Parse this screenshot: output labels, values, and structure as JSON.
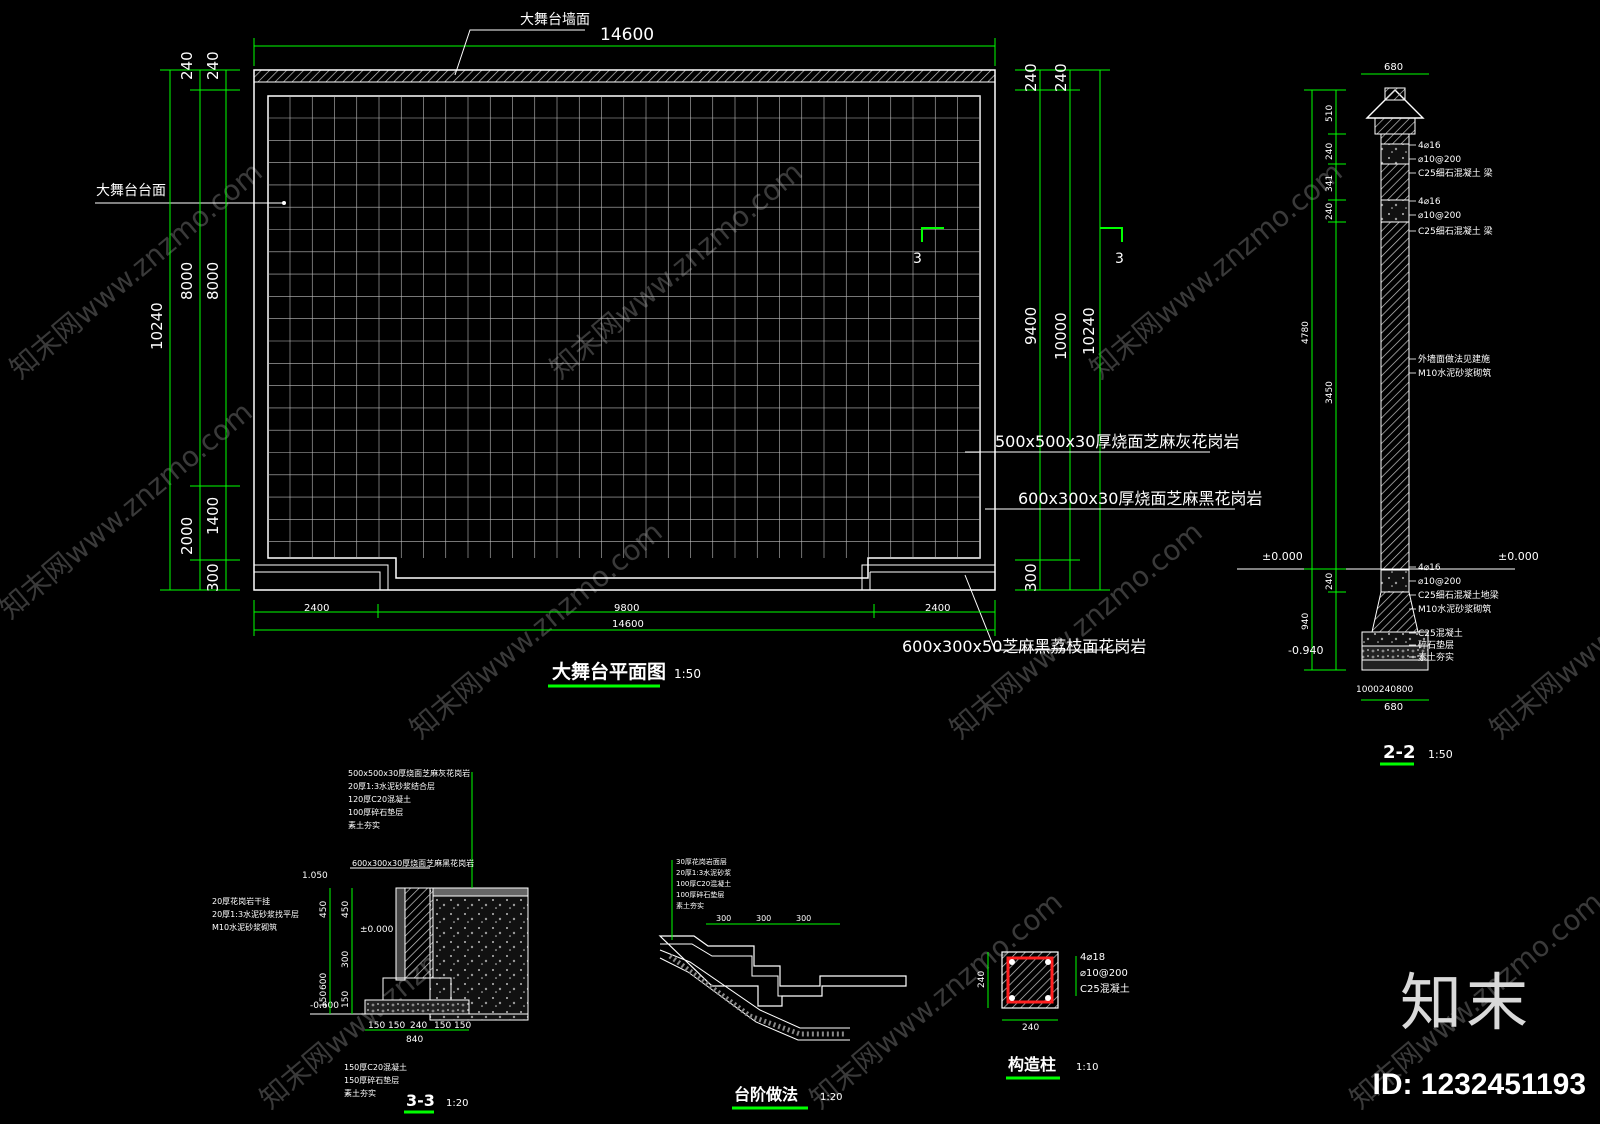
{
  "plan": {
    "title": "大舞台平面图",
    "scale": "1:50",
    "wall_label": "大舞台墙面",
    "surface_label": "大舞台台面",
    "top_dim": "14600",
    "bottom_dims": [
      "2400",
      "9800",
      "2400"
    ],
    "bottom_total": "14600",
    "left_dims": {
      "a": "240",
      "b": "240",
      "c": "10240",
      "d": "8000",
      "e": "8000",
      "f": "2000",
      "g": "1400",
      "h": "300"
    },
    "right_dims": {
      "a": "240",
      "b": "240",
      "c": "9400",
      "d": "10000",
      "e": "10240",
      "f": "300"
    },
    "section_mark": "3",
    "material_1": "500x500x30厚烧面芝麻灰花岗岩",
    "material_2": "600x300x30厚烧面芝麻黑花岗岩",
    "material_3": "600x300x50芝麻黑荔枝面花岗岩"
  },
  "section22": {
    "title": "2-2",
    "scale": "1:50",
    "top_dim": "680",
    "bottom_dim": "680",
    "vert_dims": [
      "510",
      "240",
      "341",
      "240",
      "4780",
      "3450",
      "240",
      "940"
    ],
    "levels": [
      "±0.000",
      "±0.000",
      "-0.940"
    ],
    "labels": [
      "4⌀16",
      "⌀10@200",
      "C25细石混凝土 梁",
      "4⌀16",
      "⌀10@200",
      "C25细石混凝土 梁",
      "外墙面做法见建施",
      "M10水泥砂浆砌筑",
      "4⌀16",
      "⌀10@200",
      "C25细石混凝土地梁",
      "M10水泥砂浆砌筑",
      "C25混凝土",
      "碎石垫层",
      "素土夯实"
    ],
    "base_dims": "1000240800"
  },
  "section33": {
    "title": "3-3",
    "scale": "1:20",
    "labels_top": [
      "500x500x30厚烧面芝麻灰花岗岩",
      "20厚1:3水泥砂浆结合层",
      "120厚C20混凝土",
      "100厚碎石垫层",
      "素土夯实"
    ],
    "label_mid": "600x300x30厚烧面芝麻黑花岗岩",
    "labels_left": [
      "20厚花岗岩干挂",
      "20厚1:3水泥砂浆找平层",
      "M10水泥砂浆砌筑"
    ],
    "labels_bottom": [
      "150厚C20混凝土",
      "150厚碎石垫层",
      "素土夯实"
    ],
    "levels": [
      "1.050",
      "±0.000",
      "-0.600"
    ],
    "dims": [
      "450",
      "450",
      "300",
      "600",
      "150",
      "150"
    ],
    "bottom_dims": [
      "150",
      "150",
      "240",
      "150",
      "150"
    ],
    "bottom_total": "840"
  },
  "steps": {
    "title": "台阶做法",
    "scale": "1:20",
    "labels": [
      "30厚花岗岩面层",
      "20厚1:3水泥砂浆",
      "100厚C20混凝土",
      "100厚碎石垫层",
      "素土夯实"
    ],
    "dims": [
      "300",
      "300",
      "300"
    ]
  },
  "column": {
    "title": "构造柱",
    "scale": "1:10",
    "labels": [
      "4⌀18",
      "⌀10@200",
      "C25混凝土"
    ],
    "dim_side": "240",
    "dim_bottom": "240"
  },
  "watermark": "知末网www.znzmo.com",
  "brand": {
    "name": "知末",
    "id": "ID: 1232451193"
  },
  "colors": {
    "line": "#ffffff",
    "dim": "#00ff00",
    "text": "#ffffff",
    "accent": "#ff2020",
    "hatch": "#c8c8c8"
  }
}
